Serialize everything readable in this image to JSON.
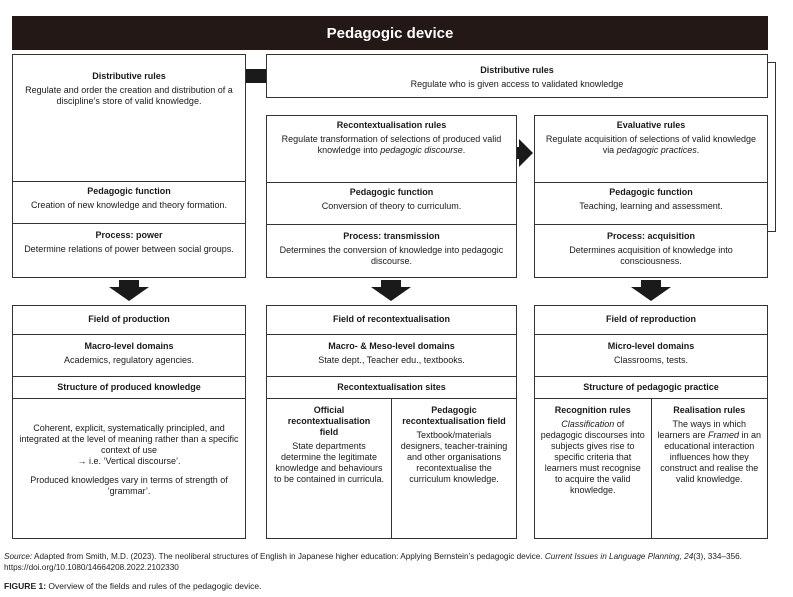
{
  "title": "Pedagogic device",
  "production": {
    "distributive_heading": "Distributive rules",
    "distributive_text": "Regulate and order the creation and distribution of a discipline’s store of valid knowledge.",
    "function_heading": "Pedagogic function",
    "function_text": "Creation of new knowledge and theory formation.",
    "process_heading": "Process: power",
    "process_text": "Determine relations of power between social groups.",
    "field_heading": "Field of production",
    "domain_heading": "Macro-level domains",
    "domain_text": "Academics, regulatory agencies.",
    "structure_heading": "Structure of produced knowledge",
    "structure_text_1": "Coherent, explicit, systematically principled, and integrated at the level of meaning rather than a specific context of use",
    "structure_text_2": "→ i.e. ‘Vertical discourse’.",
    "structure_text_3": "Produced knowledges vary in terms of strength of ‘grammar’."
  },
  "distributive_shared": {
    "heading": "Distributive rules",
    "text": "Regulate who is given access to validated knowledge"
  },
  "recontextualisation": {
    "rules_heading": "Recontextualisation rules",
    "rules_text": "Regulate transformation of selections of produced valid knowledge into",
    "rules_text_italic": "pedagogic discourse",
    "function_heading": "Pedagogic function",
    "function_text": "Conversion of theory to curriculum.",
    "process_heading": "Process: transmission",
    "process_text": "Determines the conversion of knowledge into pedagogic discourse.",
    "field_heading": "Field of recontextualisation",
    "domain_heading": "Macro- & Meso-level domains",
    "domain_text": "State dept., Teacher edu., textbooks.",
    "sites_heading": "Recontextualisation sites",
    "official_heading": "Official recontextualisation field",
    "official_text": "State departments determine the legitimate knowledge and behaviours to be contained in curricula.",
    "pedagogic_heading": "Pedagogic recontextualisation field",
    "pedagogic_text": "Textbook/materials designers, teacher-training and other organisations recontextualise the curriculum knowledge."
  },
  "reproduction": {
    "rules_heading": "Evaluative rules",
    "rules_text": "Regulate acquisition of selections of valid knowledge via",
    "rules_text_italic": "pedagogic practices",
    "function_heading": "Pedagogic function",
    "function_text": "Teaching, learning and assessment.",
    "process_heading": "Process: acquisition",
    "process_text": "Determines acquisition of knowledge into consciousness.",
    "field_heading": "Field of reproduction",
    "domain_heading": "Micro-level domains",
    "domain_text": "Classrooms, tests.",
    "structure_heading": "Structure of pedagogic practice",
    "recognition_heading": "Recognition rules",
    "recognition_italic": "Classification",
    "recognition_text": "of pedagogic discourses into subjects gives rise to specific criteria that learners must recognise to acquire the valid knowledge.",
    "realisation_heading": "Realisation rules",
    "realisation_text_1": "The ways in which learners are",
    "realisation_italic": "Framed",
    "realisation_text_2": "in an educational interaction influences how they construct and realise the valid knowledge."
  },
  "source": {
    "label": "Source:",
    "text": "Adapted from Smith, M.D. (2023). The neoliberal structures of English in Japanese higher education: Applying Bernstein’s pedagogic device.",
    "journal": "Current Issues in Language Planning, 24",
    "issue": "(3), 334–356. https://doi.org/10.1080/14664208.2022.2102330"
  },
  "caption": {
    "label": "FIGURE 1:",
    "text": "Overview of the fields and rules of the pedagogic device."
  }
}
